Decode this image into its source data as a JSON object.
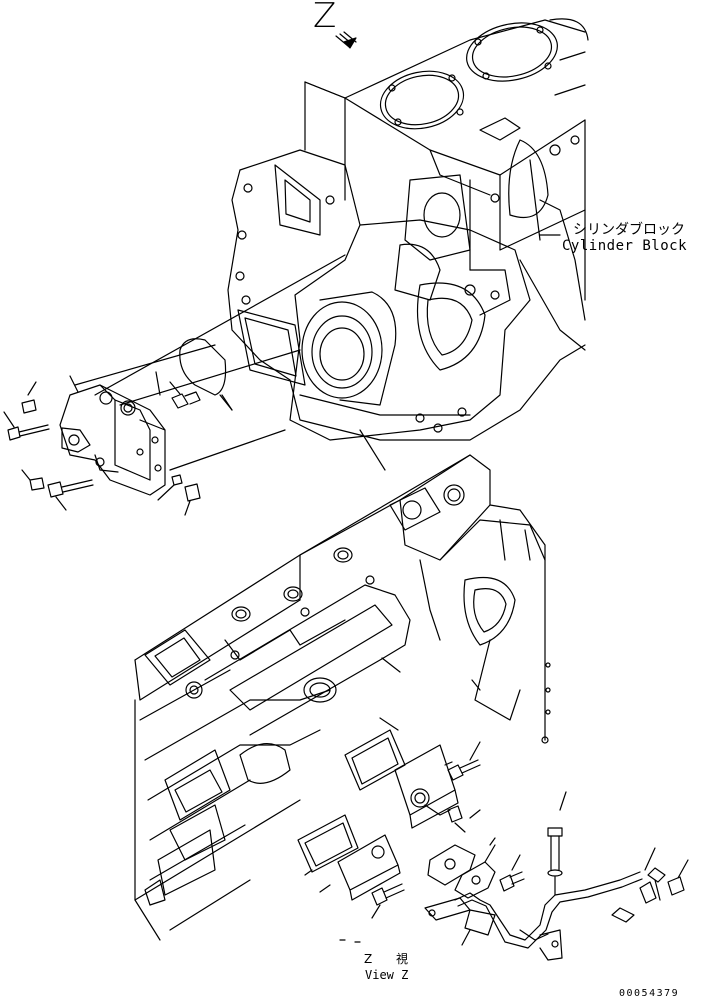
{
  "view_marker": "Z",
  "component_label": {
    "japanese": "シリンダブロック",
    "english": "Cylinder Block"
  },
  "view_caption": {
    "japanese": "Z 視",
    "english": "View Z"
  },
  "drawing_number": "00054379",
  "colors": {
    "line": "#000000",
    "background": "#ffffff"
  }
}
